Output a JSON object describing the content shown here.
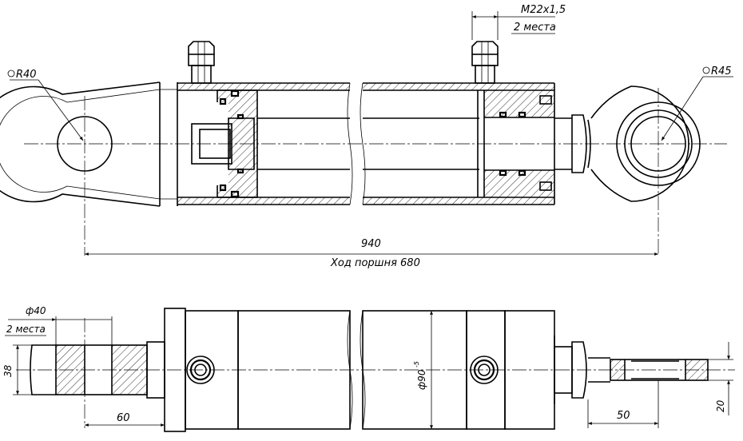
{
  "labels": {
    "radius_left": "R40",
    "radius_right": "R45",
    "thread": "M22x1,5",
    "thread_count": "2 места",
    "overall_length": "940",
    "stroke": "Ход поршня 680",
    "pin_diameter": "ф40",
    "pin_count": "2 места",
    "bore_width": "38",
    "lug_length": "60",
    "body_diameter": "ф90",
    "body_tolerance": "-5",
    "rod_eye_length": "50",
    "rod_eye_width": "20"
  }
}
